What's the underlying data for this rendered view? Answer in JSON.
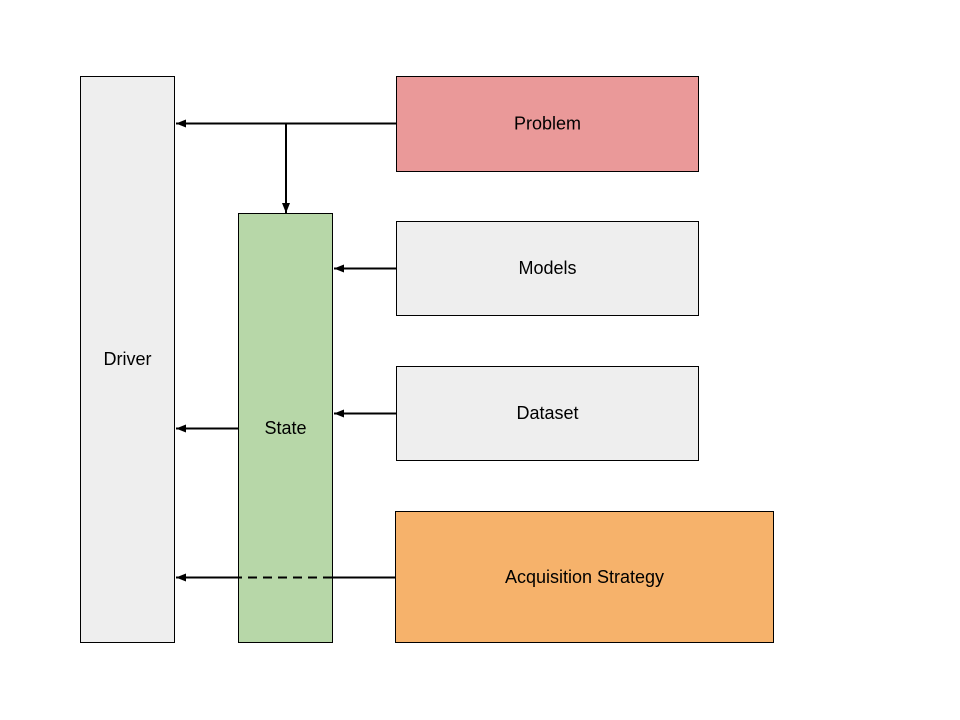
{
  "boxes": {
    "driver": {
      "label": "Driver",
      "fill": "#eeeeee"
    },
    "state": {
      "label": "State",
      "fill": "#b7d7a8"
    },
    "problem": {
      "label": "Problem",
      "fill": "#ea9999"
    },
    "models": {
      "label": "Models",
      "fill": "#eeeeee"
    },
    "dataset": {
      "label": "Dataset",
      "fill": "#eeeeee"
    },
    "acquisition": {
      "label": "Acquisition Strategy",
      "fill": "#f6b26b"
    }
  },
  "colors": {
    "stroke": "#000000",
    "background": "#ffffff"
  }
}
